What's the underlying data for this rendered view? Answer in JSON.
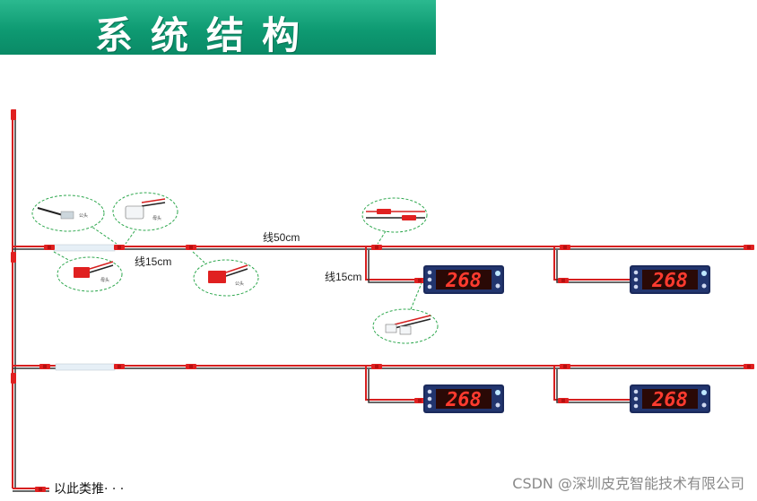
{
  "header": {
    "title": "系统结构"
  },
  "labels": {
    "wire_50": "线50cm",
    "wire_15_main": "线15cm",
    "wire_15_branch": "线15cm",
    "etc_note": "以此类推· · ·"
  },
  "callouts": {
    "usb_plug": "公头",
    "usb_socket": "母头",
    "jst_female": "母头",
    "jst_male": "公头"
  },
  "displays": [
    {
      "value": "268"
    },
    {
      "value": "268"
    },
    {
      "value": "268"
    },
    {
      "value": "268"
    }
  ],
  "watermark": "CSDN @深圳皮克智能技术有限公司",
  "colors": {
    "banner": "#14a47c",
    "wire_red": "#d61f1f",
    "wire_dark": "#333333",
    "callout_border": "#2fa84f"
  }
}
